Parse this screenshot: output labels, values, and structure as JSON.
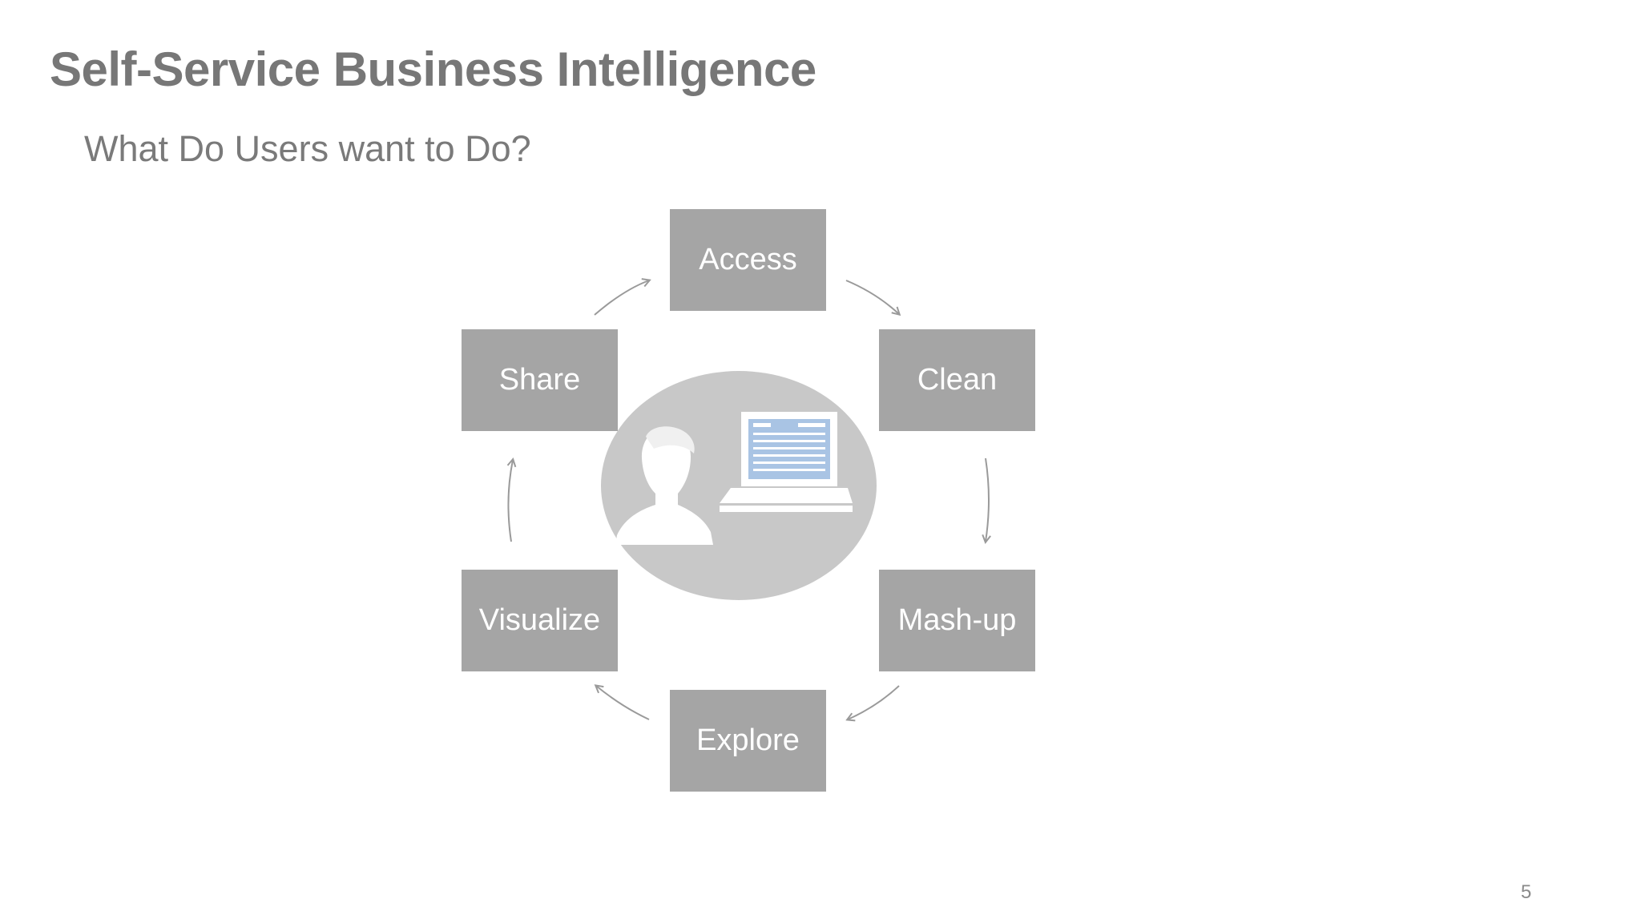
{
  "slide": {
    "title": "Self-Service Business Intelligence",
    "subtitle": "What Do Users want to Do?",
    "page_number": "5"
  },
  "cycle": {
    "steps": [
      {
        "id": "access",
        "label": "Access"
      },
      {
        "id": "clean",
        "label": "Clean"
      },
      {
        "id": "mashup",
        "label": "Mash-up"
      },
      {
        "id": "explore",
        "label": "Explore"
      },
      {
        "id": "visualize",
        "label": "Visualize"
      },
      {
        "id": "share",
        "label": "Share"
      }
    ],
    "center_icon": "user-at-laptop-icon"
  },
  "colors": {
    "title": "#777777",
    "box_fill": "#a5a5a5",
    "box_text": "#ffffff",
    "ellipse_fill": "#c8c8c8",
    "arrow": "#9a9a9a",
    "screen": "#a9c4e4"
  }
}
